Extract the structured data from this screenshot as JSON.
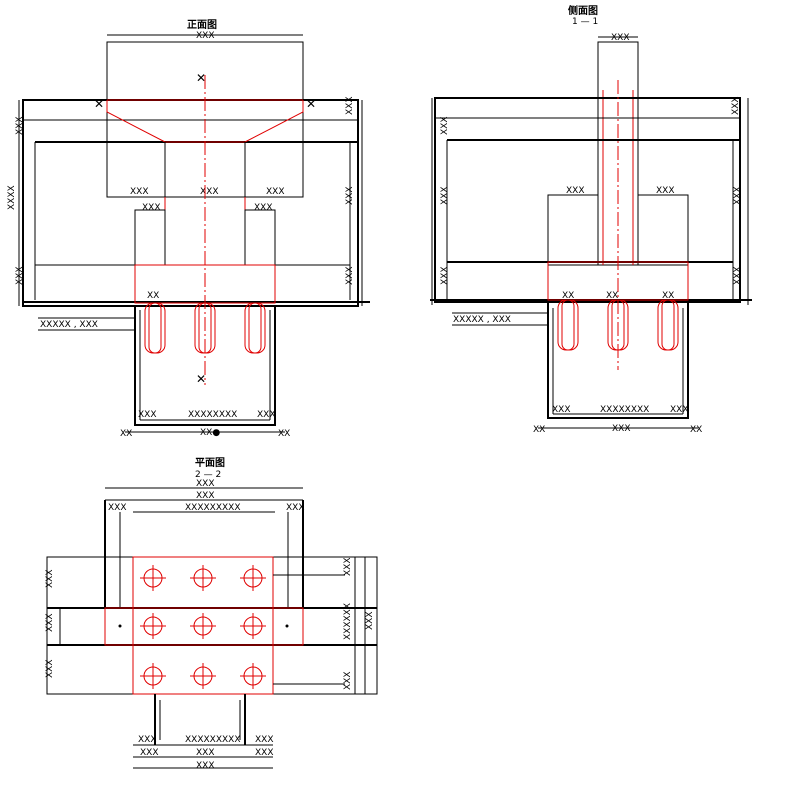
{
  "views": {
    "front": {
      "title": "正面图",
      "subtitle": ""
    },
    "side": {
      "title": "侧面图",
      "subtitle": "1 — 1"
    },
    "plan": {
      "title": "平面图",
      "subtitle": "2 — 2"
    }
  },
  "labels": {
    "pile_spec": "XXXXX , XXX"
  },
  "colors": {
    "line": "#000000",
    "accent": "#e00000"
  }
}
